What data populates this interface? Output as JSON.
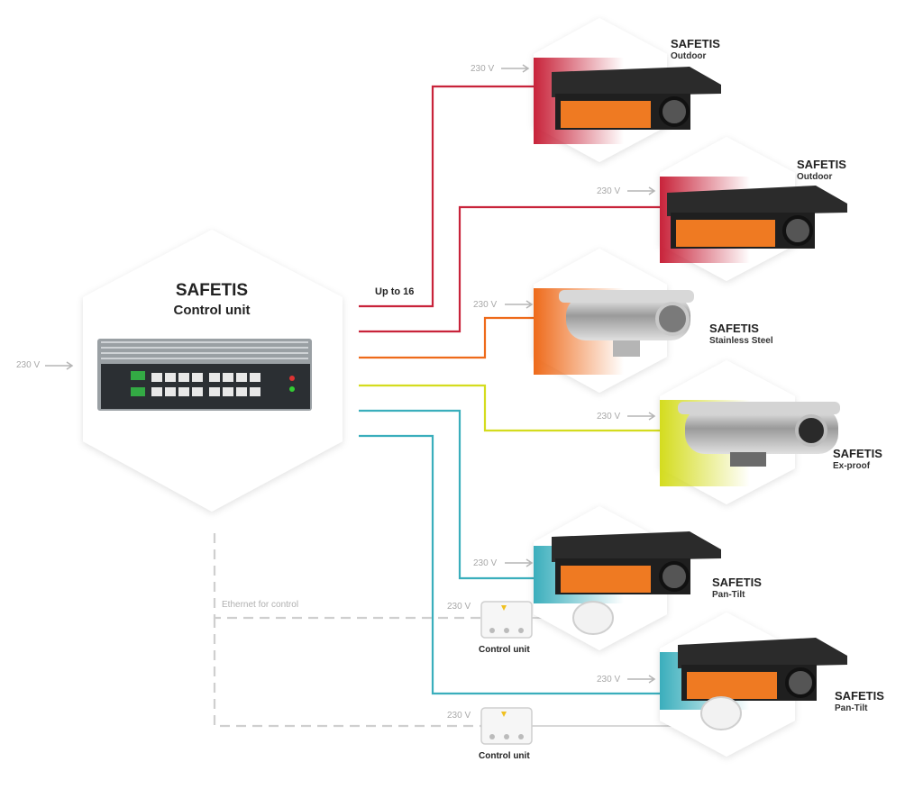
{
  "control_unit": {
    "title": "SAFETIS",
    "subtitle": "Control unit",
    "supply": "230 V"
  },
  "up_to_label": "Up to 16",
  "ethernet_label": "Ethernet for control",
  "cameras": [
    {
      "title": "SAFETIS",
      "subtitle": "Outdoor",
      "supply": "230 V",
      "color": "#c8233a"
    },
    {
      "title": "SAFETIS",
      "subtitle": "Outdoor",
      "supply": "230 V",
      "color": "#c8233a"
    },
    {
      "title": "SAFETIS",
      "subtitle": "Stainless Steel",
      "supply": "230 V",
      "color": "#ee6a1a"
    },
    {
      "title": "SAFETIS",
      "subtitle": "Ex-proof",
      "supply": "230 V",
      "color": "#d4dc1e"
    },
    {
      "title": "SAFETIS",
      "subtitle": "Pan-Tilt",
      "supply": "230 V",
      "color": "#3aaebc"
    },
    {
      "title": "SAFETIS",
      "subtitle": "Pan-Tilt",
      "supply": "230 V",
      "color": "#3aaebc"
    }
  ],
  "ptz_control_units": [
    {
      "label": "Control unit",
      "supply": "230 V"
    },
    {
      "label": "Control unit",
      "supply": "230 V"
    }
  ],
  "colors": {
    "red": "#c8233a",
    "orange": "#ee6a1a",
    "yellow": "#d4dc1e",
    "teal": "#3aaebc",
    "grey_dashed": "#cfcfcf"
  }
}
